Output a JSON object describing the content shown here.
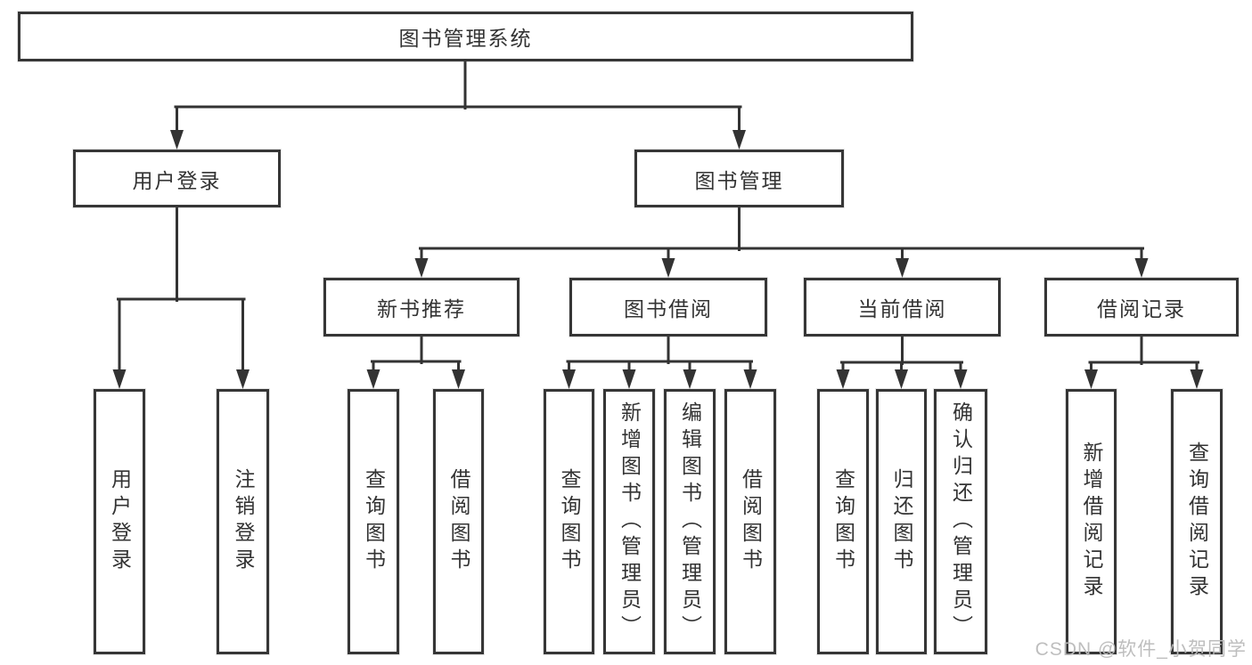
{
  "diagram_type": "hierarchy-tree",
  "colors": {
    "line": "#333333",
    "box_border": "#363636",
    "text": "#333333",
    "background": "#ffffff",
    "watermark": "#bababa"
  },
  "watermark": "CSDN @软件_小贺同学",
  "tree": {
    "label": "图书管理系统",
    "children": [
      {
        "label": "用户登录",
        "children": [
          {
            "label": "用户登录"
          },
          {
            "label": "注销登录"
          }
        ]
      },
      {
        "label": "图书管理",
        "children": [
          {
            "label": "新书推荐",
            "children": [
              {
                "label": "查询图书"
              },
              {
                "label": "借阅图书"
              }
            ]
          },
          {
            "label": "图书借阅",
            "children": [
              {
                "label": "查询图书"
              },
              {
                "label": "新增图书（管理员）"
              },
              {
                "label": "编辑图书（管理员）"
              },
              {
                "label": "借阅图书"
              }
            ]
          },
          {
            "label": "当前借阅",
            "children": [
              {
                "label": "查询图书"
              },
              {
                "label": "归还图书"
              },
              {
                "label": "确认归还（管理员）"
              }
            ]
          },
          {
            "label": "借阅记录",
            "children": [
              {
                "label": "新增借阅记录"
              },
              {
                "label": "查询借阅记录"
              }
            ]
          }
        ]
      }
    ]
  }
}
